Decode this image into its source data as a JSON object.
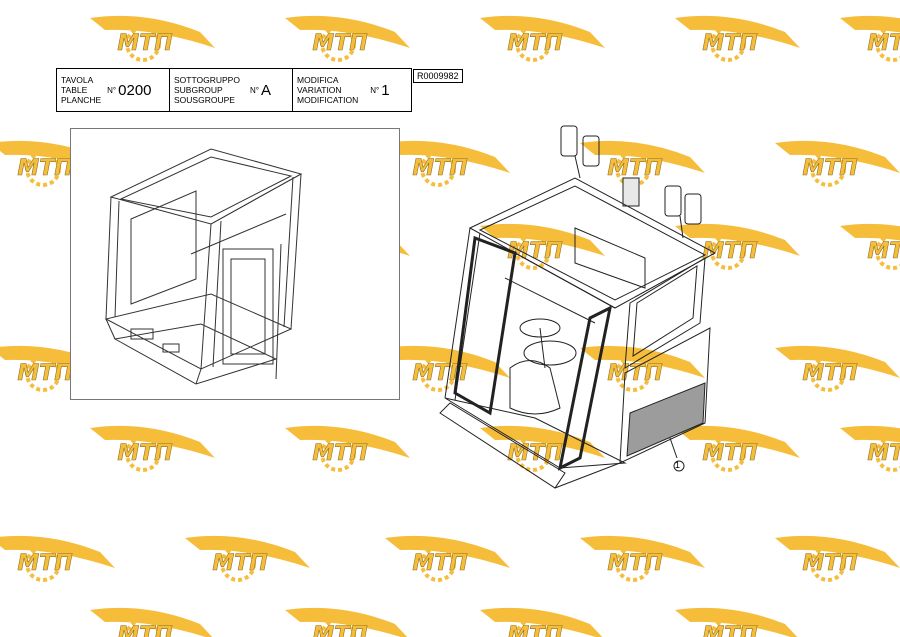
{
  "header": {
    "table": {
      "labels": [
        "TAVOLA",
        "TABLE",
        "PLANCHE"
      ],
      "no_label": "N°",
      "value": "0200"
    },
    "subgroup": {
      "labels": [
        "SOTTOGRUPPO",
        "SUBGROUP",
        "SOUSGROUPE"
      ],
      "no_label": "N°",
      "value": "A"
    },
    "modification": {
      "labels": [
        "MODIFICA",
        "VARIATION",
        "MODIFICATION"
      ],
      "no_label": "N°",
      "value": "1"
    }
  },
  "reference_code": "R0009982",
  "callout_number": "1",
  "watermark": {
    "text": "МТП",
    "color": "#f5b21a"
  }
}
